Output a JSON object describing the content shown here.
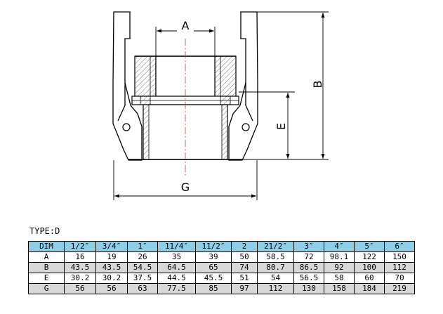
{
  "drawing": {
    "labels": {
      "a": "A",
      "b": "B",
      "e": "E",
      "g": "G"
    }
  },
  "type_label": "TYPE:D",
  "table": {
    "header": [
      "DIM",
      "1/2″",
      "3/4″",
      "1″",
      "11/4″",
      "11/2″",
      "2",
      "21/2″",
      "3″",
      "4″",
      "5″",
      "6″"
    ],
    "rows": [
      {
        "dim": "A",
        "values": [
          "16",
          "19",
          "26",
          "35",
          "39",
          "50",
          "58.5",
          "72",
          "98.1",
          "122",
          "150"
        ]
      },
      {
        "dim": "B",
        "values": [
          "43.5",
          "43.5",
          "54.5",
          "64.5",
          "65",
          "74",
          "80.7",
          "86.5",
          "92",
          "100",
          "112"
        ]
      },
      {
        "dim": "E",
        "values": [
          "30.2",
          "30.2",
          "37.5",
          "44.5",
          "45.5",
          "51",
          "54",
          "56.5",
          "58",
          "60",
          "70"
        ]
      },
      {
        "dim": "G",
        "values": [
          "56",
          "56",
          "63",
          "77.5",
          "85",
          "97",
          "112",
          "130",
          "158",
          "184",
          "219"
        ]
      }
    ]
  }
}
